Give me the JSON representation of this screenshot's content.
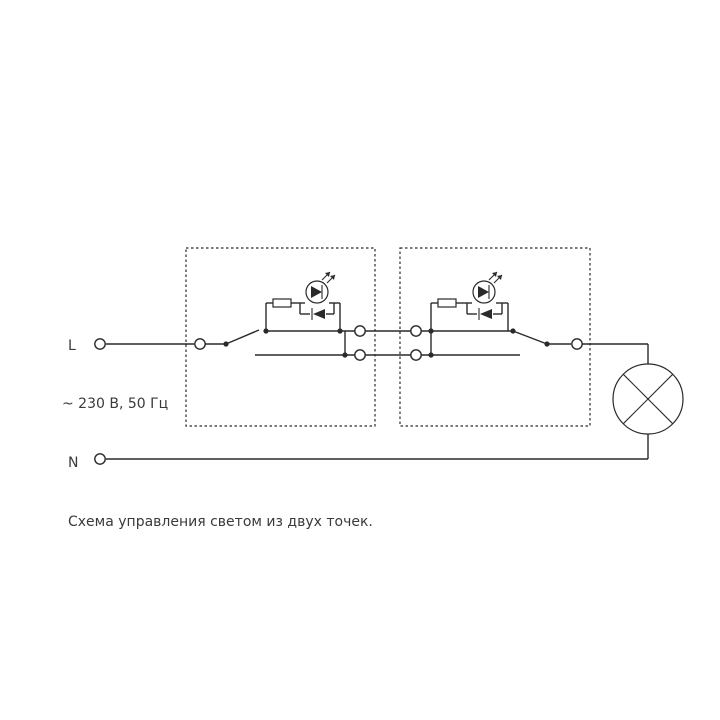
{
  "labels": {
    "phase": "L",
    "neutral": "N",
    "voltage": "~ 230 В, 50 Гц"
  },
  "caption": "Схема управления светом из двух точек.",
  "colors": {
    "line": "#2a2a2a",
    "text": "#3a3a3a",
    "background": "#ffffff"
  }
}
